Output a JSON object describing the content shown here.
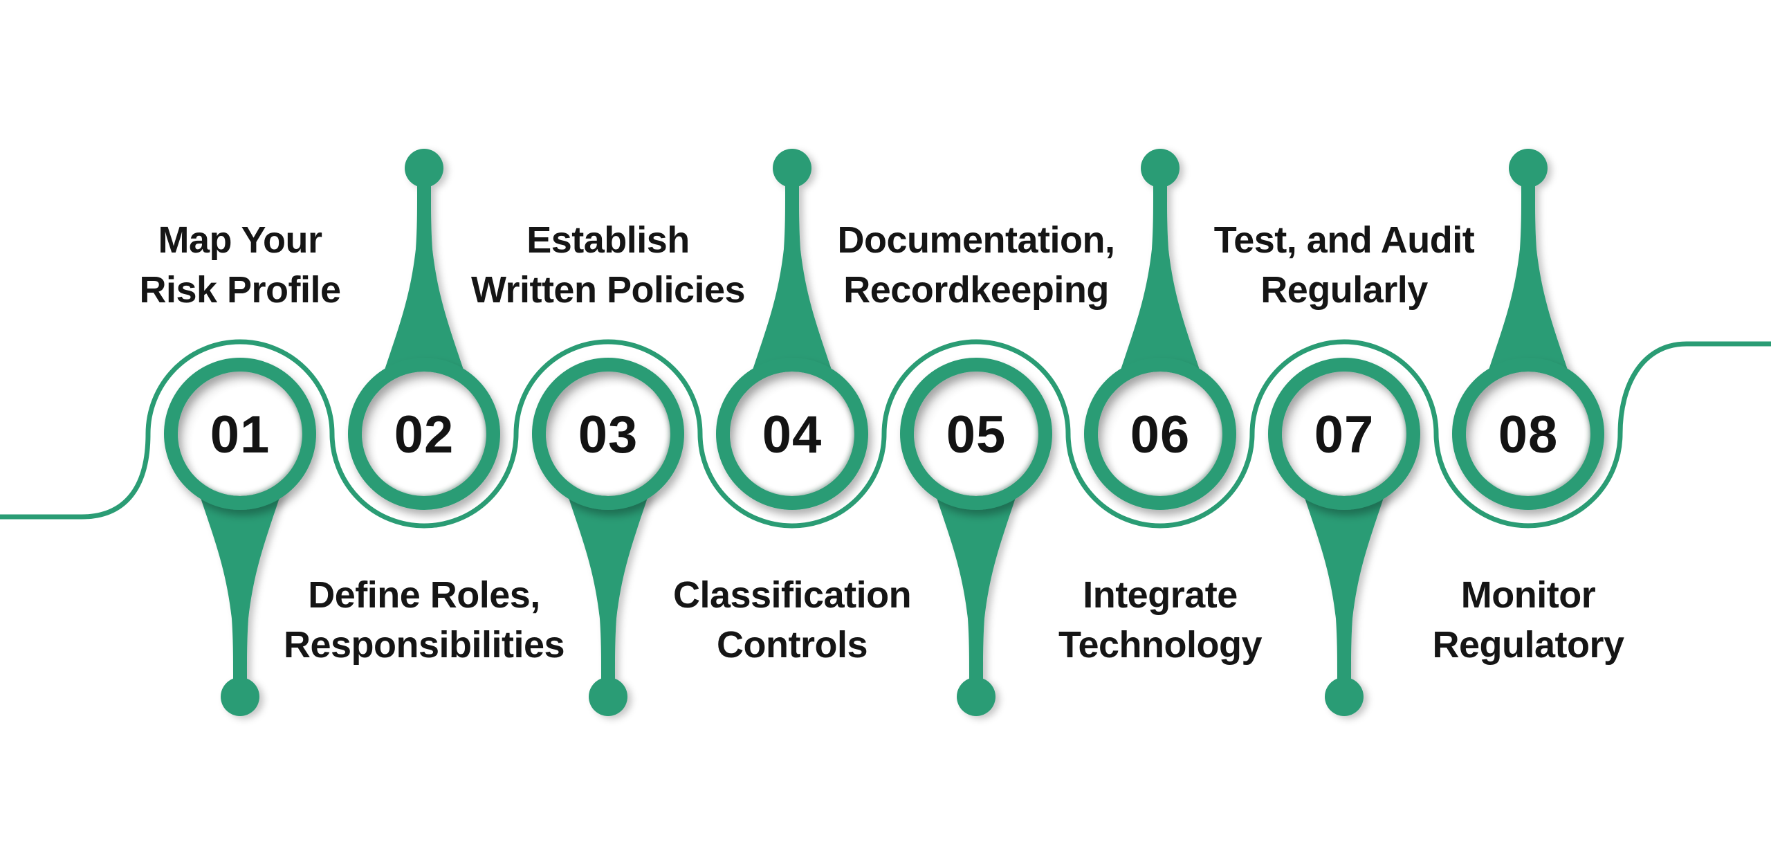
{
  "infographic": {
    "type": "process-timeline",
    "step_count": 8,
    "colors": {
      "accent_green": "#2A9C74",
      "label_text": "#151515",
      "number_text": "#131313",
      "inner_shadow_gray": "#bdbdbd",
      "background": "#ffffff"
    },
    "steps": [
      {
        "number": "01",
        "lines": [
          "Map Your",
          "Risk Profile"
        ],
        "label_position": "above",
        "stem_direction": "down"
      },
      {
        "number": "02",
        "lines": [
          "Define Roles,",
          "Responsibilities"
        ],
        "label_position": "below",
        "stem_direction": "up"
      },
      {
        "number": "03",
        "lines": [
          "Establish",
          "Written Policies"
        ],
        "label_position": "above",
        "stem_direction": "down"
      },
      {
        "number": "04",
        "lines": [
          "Classification",
          "Controls"
        ],
        "label_position": "below",
        "stem_direction": "up"
      },
      {
        "number": "05",
        "lines": [
          "Documentation,",
          "Recordkeeping"
        ],
        "label_position": "above",
        "stem_direction": "down"
      },
      {
        "number": "06",
        "lines": [
          "Integrate",
          "Technology"
        ],
        "label_position": "below",
        "stem_direction": "up"
      },
      {
        "number": "07",
        "lines": [
          "Test, and Audit",
          "Regularly"
        ],
        "label_position": "above",
        "stem_direction": "down"
      },
      {
        "number": "08",
        "lines": [
          "Monitor",
          "Regulatory"
        ],
        "label_position": "below",
        "stem_direction": "up"
      }
    ]
  }
}
